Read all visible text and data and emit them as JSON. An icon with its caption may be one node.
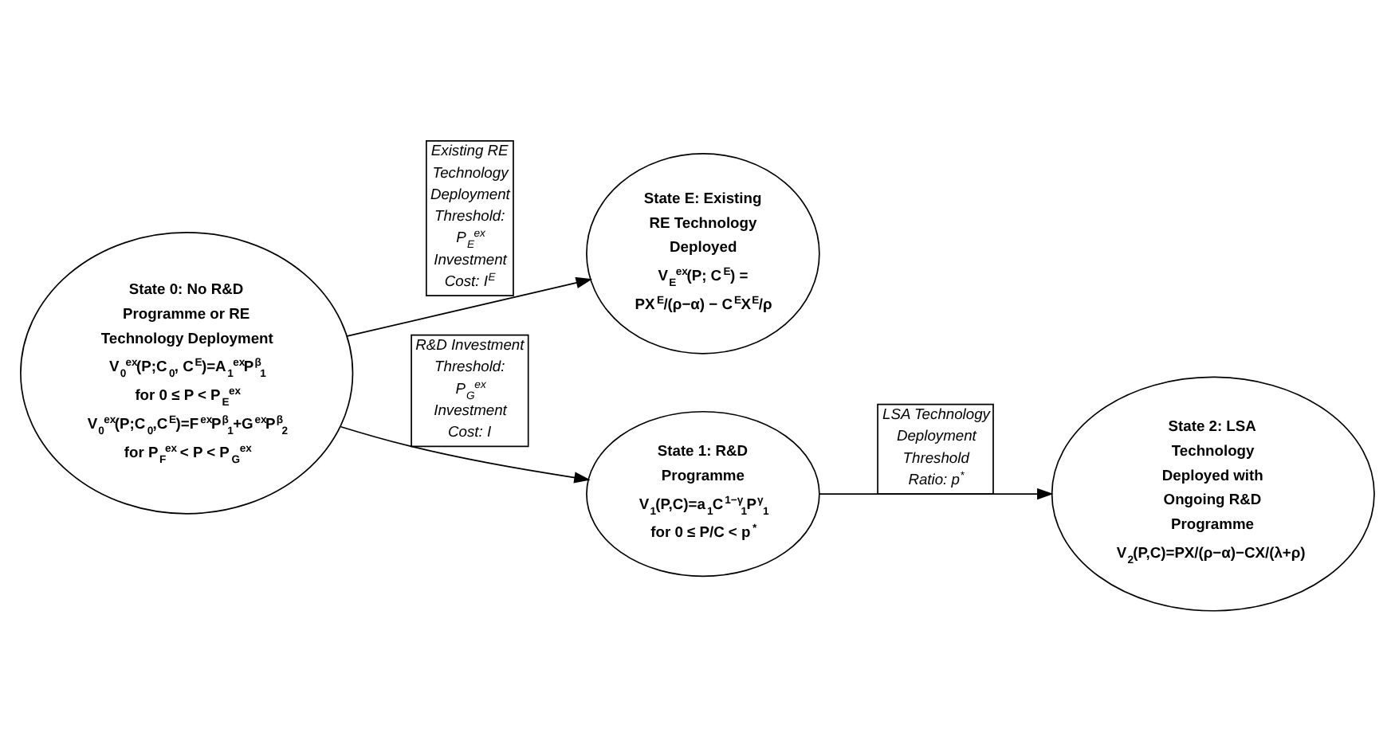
{
  "diagram": {
    "nodes": [
      {
        "text": [
          "State 0:  No R&D Programme or RE Technology Deployment",
          "V$_{0}$$^{ex}$(P;C$_{0}$, C$^{E}$)=A$_{1}$$^{ex}$P$^{β}$$_{1}$ for 0 ≤ P < P$_{E}$$^{ex}$",
          "V$_{0}$$^{ex}$(P;C$_{0}$,C$^{E}$)=F$^{ex}$P$^{β}$$_{1}$+G$^{ex}$P$^{β}$$_{2}$ for P$_{F}$$^{ex}$ < P < P$_{G}$$^{ex}$"
        ]
      },
      {
        "text": [
          "State E: Existing RE Technology Deployed",
          "V$_{E}$$^{ex}$(P; C$^{E}$) = PX$^{E}$/(ρ−α) − C$^{E}$X$^{E}$/ρ"
        ]
      },
      {
        "text": [
          "State 1:  R&D Programme",
          "V$_{1}$(P,C)=a$_{1}$C$^{1−γ}$$_{1}$P$^{γ}$$_{1}$ for 0 ≤ P/C < p$^{*}$"
        ]
      },
      {
        "text": [
          "State 2: LSA Technology Deployed with Ongoing R&D Programme",
          "V$_{2}$(P,C)=PX/(ρ−α)−CX/(λ+ρ)"
        ]
      }
    ],
    "edges": [
      {
        "from": 0,
        "to": 1,
        "arrow": "to",
        "label": "Existing RE Technology Deployment Threshold: P$_{E}$$^{ex}$ Investment Cost: I$^{E}$"
      },
      {
        "from": 0,
        "to": 2,
        "arrow": "to",
        "label": "R&D Investment Threshold: P$_{G}$$^{ex}$ Investment Cost: I"
      },
      {
        "from": 2,
        "to": 3,
        "arrow": "to",
        "label": "LSA Technology Deployment Threshold Ratio: p$^{*}$"
      }
    ]
  }
}
